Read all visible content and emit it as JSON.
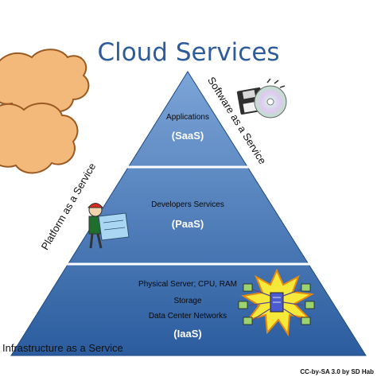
{
  "title": "Cloud Services",
  "side_labels": {
    "left": "Platform as a Service",
    "right": "Software as a Service",
    "bottom": "Infrastructure as a Service"
  },
  "tiers": [
    {
      "lines": [
        "Applications"
      ],
      "abbr": "(SaaS)"
    },
    {
      "lines": [
        "Developers Services"
      ],
      "abbr": "(PaaS)"
    },
    {
      "lines": [
        "Physical Server; CPU, RAM",
        "Storage",
        "Data Center Networks"
      ],
      "abbr": "(IaaS)"
    }
  ],
  "credit": "CC-by-SA 3.0 by SD Hab",
  "colors": {
    "title": "#2e5c9a",
    "pyramid_light": "#6f9ad0",
    "pyramid_dark": "#2d5fa3",
    "cloud_fill": "#f3b97a",
    "cloud_stroke": "#9a5a23"
  },
  "icons": [
    "cloud-icon",
    "floppy-disk-icon",
    "cd-disc-icon",
    "engineer-with-blueprint-icon",
    "server-network-icon"
  ]
}
